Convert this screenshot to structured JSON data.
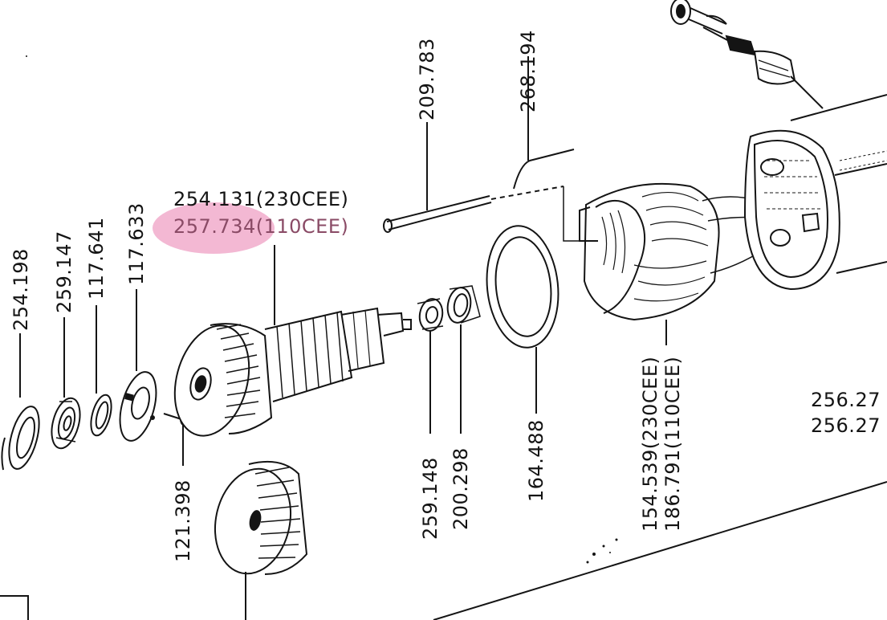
{
  "diagram": {
    "colors": {
      "ink": "#141414",
      "highlight": "#f3b8d3"
    },
    "labels": {
      "p254198": "254.198",
      "p259147": "259.147",
      "p117641": "117.641",
      "p117633": "117.633",
      "p121398": "121.398",
      "armature_230": "254.131(230CEE)",
      "armature_110": "257.734(110CEE)",
      "p209783": "209.783",
      "p268194": "268.194",
      "p259148": "259.148",
      "p200298": "200.298",
      "p164488": "164.488",
      "field_230": "154.539(230CEE)",
      "field_110": "186.791(110CEE)",
      "housing_1": "256.27",
      "housing_2": "256.27"
    },
    "highlighted_part": "257.734"
  }
}
